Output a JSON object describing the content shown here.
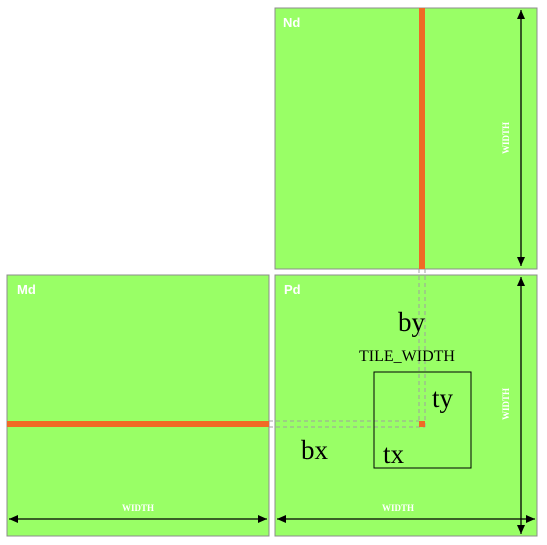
{
  "matrices": {
    "nd": {
      "name": "Nd",
      "width_label": "WIDTH"
    },
    "md": {
      "name": "Md",
      "width_label": "WIDTH"
    },
    "pd": {
      "name": "Pd",
      "width_label_bottom": "WIDTH",
      "width_label_right": "WIDTH"
    }
  },
  "labels": {
    "by": "by",
    "bx": "bx",
    "tile_width": "TILE_WIDTH",
    "ty": "ty",
    "tx": "tx"
  },
  "colors": {
    "matrix_fill": "#99ff66",
    "matrix_border": "#8c8c8c",
    "highlight": "#f06a25",
    "arrow": "#000000",
    "guide": "#a0a0a0"
  }
}
